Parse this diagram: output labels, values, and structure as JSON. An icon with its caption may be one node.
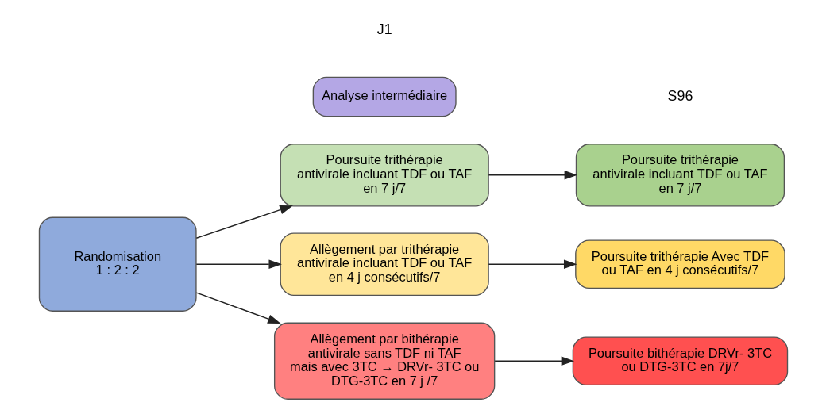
{
  "diagram": {
    "nodes": [
      {
        "text": [
          "Randomisation",
          "1 : 2 : 2"
        ]
      },
      {
        "text": [
          "Poursuite trithérapie antivirale incluant TDF ou TAF en 7 j/7"
        ]
      },
      {
        "text": [
          "Poursuite trithérapie antivirale incluant TDF ou TAF en 7 j/7"
        ]
      },
      {
        "text": [
          "Allègement par trithérapie antivirale incluant TDF ou TAF en 4 j consécutifs/7"
        ]
      },
      {
        "text": [
          "Poursuite trithérapie Avec TDF ou TAF en 4 j consécutifs/7"
        ]
      },
      {
        "text": [
          "Allègement par bithérapie antivirale sans TDF ni TAF mais avec 3TC → DRVr- 3TC ou DTG-3TC en 7 j /7"
        ]
      },
      {
        "text": [
          "Poursuite bithérapie DRVr- 3TC ou DTG-3TC en 7j/7"
        ]
      },
      {
        "text": [
          "Analyse intermédiaire"
        ]
      }
    ],
    "edges": [
      {
        "from": 0,
        "to": 1,
        "arrow": "to"
      },
      {
        "from": 0,
        "to": 3,
        "arrow": "to"
      },
      {
        "from": 0,
        "to": 5,
        "arrow": "to"
      },
      {
        "from": 1,
        "to": 2,
        "arrow": "to"
      },
      {
        "from": 3,
        "to": 4,
        "arrow": "to"
      },
      {
        "from": 5,
        "to": 6,
        "arrow": "to"
      }
    ],
    "labels": [
      "J1",
      "S96"
    ]
  }
}
